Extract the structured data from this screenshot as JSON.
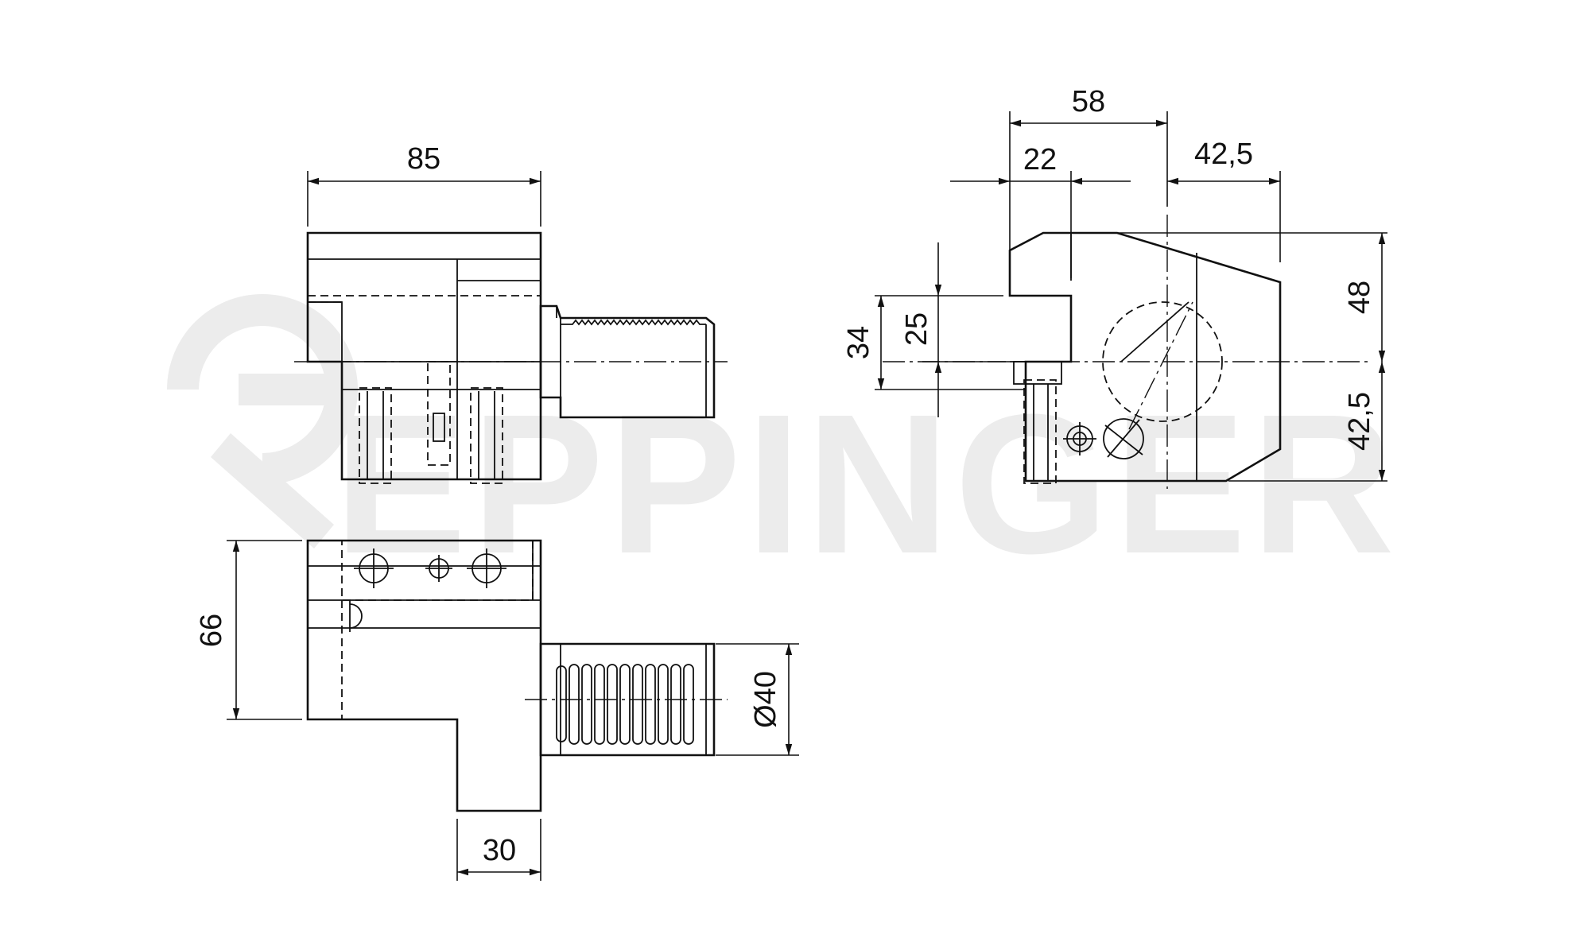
{
  "watermark": {
    "text": "EPPINGER",
    "color": "#ececec"
  },
  "dimensions": {
    "width_85": "85",
    "height_66": "66",
    "width_30": "30",
    "diameter_40": "Ø40",
    "width_58": "58",
    "width_22": "22",
    "width_42_5": "42,5",
    "height_34": "34",
    "height_25": "25",
    "height_48": "48",
    "height_42_5": "42,5"
  },
  "colors": {
    "line": "#111111",
    "background": "#ffffff"
  }
}
